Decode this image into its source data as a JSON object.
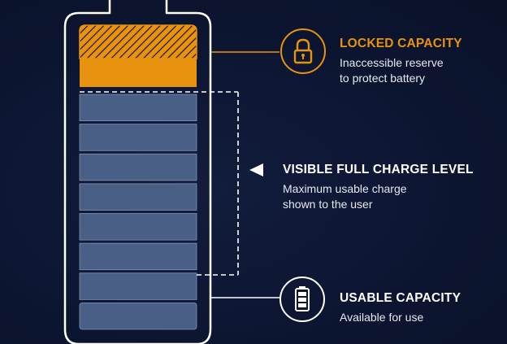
{
  "colors": {
    "background": "#0c1530",
    "outline": "#ffffff",
    "locked_accent": "#e8930f",
    "cell_fill": "#4a5f86",
    "cell_border": "#7f93b8",
    "title_white": "#ffffff"
  },
  "labels": {
    "locked": {
      "title": "LOCKED CAPACITY",
      "desc_line1": "Inaccessible reserve",
      "desc_line2": "to protect battery",
      "icon": "padlock-icon"
    },
    "visible": {
      "title": "VISIBLE FULL CHARGE LEVEL",
      "desc_line1": "Maximum usable charge",
      "desc_line2": "shown to the user",
      "icon": "left-pointing-triangle-icon"
    },
    "usable": {
      "title": "USABLE CAPACITY",
      "desc_line1": "Available for use",
      "icon": "battery-icon"
    }
  },
  "battery": {
    "locked_segments": 1,
    "usable_cells": 8
  }
}
